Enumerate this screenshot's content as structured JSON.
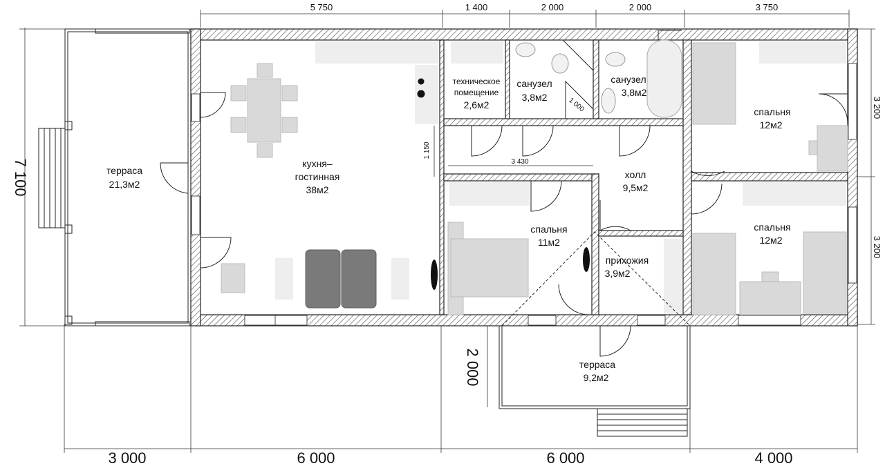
{
  "plan": {
    "overall": {
      "height": "7 100"
    },
    "rooms": {
      "terrace_left": {
        "name": "терраса",
        "area": "21,3м2"
      },
      "kitchen": {
        "name_line1": "кухня–",
        "name_line2": "гостинная",
        "area": "38м2"
      },
      "tech": {
        "name_line1": "техническое",
        "name_line2": "помещение",
        "area": "2,6м2"
      },
      "bath1": {
        "name": "санузел",
        "area": "3,8м2"
      },
      "bath2": {
        "name": "санузел",
        "area": "3,8м2"
      },
      "bedroom_ne": {
        "name": "спальня",
        "area": "12м2"
      },
      "hall": {
        "name": "холл",
        "area": "9,5м2"
      },
      "bedroom_center": {
        "name": "спальня",
        "area": "11м2"
      },
      "entry": {
        "name": "прихожия",
        "area": "3,9м2"
      },
      "bedroom_se": {
        "name": "спальня",
        "area": "12м2"
      },
      "terrace_bottom": {
        "name": "терраса",
        "area": "9,2м2"
      }
    },
    "dims_top": [
      "5 750",
      "1 400",
      "2 000",
      "2 000",
      "3 750"
    ],
    "dims_bottom": [
      "3 000",
      "6 000",
      "6 000",
      "4 000"
    ],
    "dims_right": [
      "3 200",
      "3 200"
    ],
    "dims_inner": {
      "corridor_width": "1 150",
      "bedroom_width": "3 430",
      "shower": "1 000",
      "terrace_depth": "2 000"
    }
  },
  "colors": {
    "wall": "#222222",
    "furniture": "#d9d9d9",
    "sofa": "#7a7a7a"
  }
}
